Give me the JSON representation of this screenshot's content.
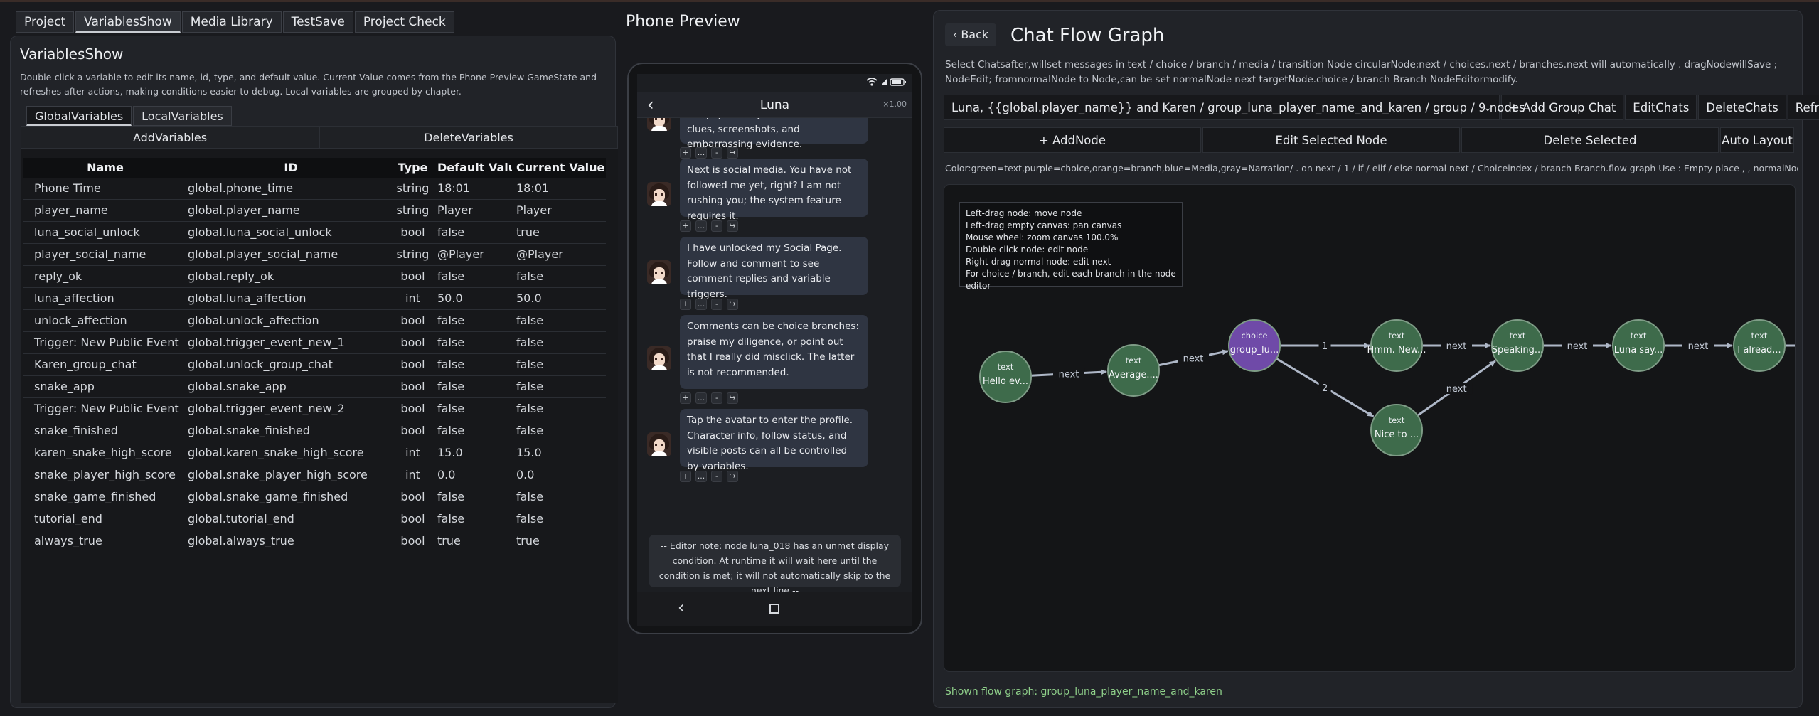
{
  "tabs": [
    "Project",
    "VariablesShow",
    "Media Library",
    "TestSave",
    "Project Check"
  ],
  "active_tab": "VariablesShow",
  "variables_panel": {
    "title": "VariablesShow",
    "description": "Double-click a variable to edit its name, id, type, and default value. Current Value comes from the Phone Preview GameState and refreshes after actions, making conditions easier to debug. Local variables are grouped by chapter.",
    "subtabs": [
      "GlobalVariables",
      "LocalVariables"
    ],
    "add_label": "AddVariables",
    "delete_label": "DeleteVariables",
    "columns": [
      "Name",
      "ID",
      "Type",
      "Default Value",
      "Current Value"
    ],
    "rows": [
      [
        "Phone Time",
        "global.phone_time",
        "string",
        "18:01",
        "18:01"
      ],
      [
        "player_name",
        "global.player_name",
        "string",
        "Player",
        "Player"
      ],
      [
        "luna_social_unlock",
        "global.luna_social_unlock",
        "bool",
        "false",
        "true"
      ],
      [
        "player_social_name",
        "global.player_social_name",
        "string",
        "@Player",
        "@Player"
      ],
      [
        "reply_ok",
        "global.reply_ok",
        "bool",
        "false",
        "false"
      ],
      [
        "luna_affection",
        "global.luna_affection",
        "int",
        "50.0",
        "50.0"
      ],
      [
        "unlock_affection",
        "global.unlock_affection",
        "bool",
        "false",
        "false"
      ],
      [
        "Trigger: New Public Event",
        "global.trigger_event_new_1",
        "bool",
        "false",
        "false"
      ],
      [
        "Karen_group_chat",
        "global.unlock_group_chat",
        "bool",
        "false",
        "false"
      ],
      [
        "snake_app",
        "global.snake_app",
        "bool",
        "false",
        "false"
      ],
      [
        "Trigger: New Public Event",
        "global.trigger_event_new_2",
        "bool",
        "false",
        "false"
      ],
      [
        "snake_finished",
        "global.snake_finished",
        "bool",
        "false",
        "false"
      ],
      [
        "karen_snake_high_score",
        "global.karen_snake_high_score",
        "int",
        "15.0",
        "15.0"
      ],
      [
        "snake_player_high_score",
        "global.snake_player_high_score",
        "int",
        "0.0",
        "0.0"
      ],
      [
        "snake_game_finished",
        "global.snake_game_finished",
        "bool",
        "false",
        "false"
      ],
      [
        "tutorial_end",
        "global.tutorial_end",
        "bool",
        "false",
        "false"
      ],
      [
        "always_true",
        "global.always_true",
        "bool",
        "true",
        "true"
      ]
    ]
  },
  "phone": {
    "title": "Phone Preview",
    "chat_name": "Luna",
    "zoom": "×1.00",
    "messages": [
      "clues, screenshots, and embarrassing evidence.",
      "Next is social media. You have not followed me yet, right? I am not rushing you; the system feature requires it.",
      "I have unlocked my Social Page. Follow and comment to see comment replies and variable triggers.",
      "Comments can be choice branches: praise my diligence, or point out that I really did misclick. The latter is not recommended.",
      "Tap the avatar to enter the profile. Character info, follow status, and visible posts can all be controlled by variables."
    ],
    "partial_line": "wallpaper. They work well for all,",
    "mini_buttons": [
      "+",
      "...",
      "-",
      "↪"
    ],
    "editor_note": "-- Editor note: node luna_018 has an unmet display condition. At runtime it will wait here until the condition is met; it will not automatically skip to the next line --"
  },
  "graph_panel": {
    "back_label": "Back",
    "title": "Chat Flow Graph",
    "description": "Select Chatsafter,willset messages in text / choice / branch / media / transition Node circularNode;next / choices.next / branches.next will automatically . dragNodewillSave ; NodeEdit; fromnormalNode to Node,can be set normalNode next targetNode.choice / branch Branch NodeEditormodify.",
    "selected_chat": "Luna, {{global.player_name}} and Karen / group_luna_player_name_and_karen / group / 9 nodes",
    "toolbar": [
      "+ Add Group Chat",
      "EditChats",
      "DeleteChats",
      "Refresh"
    ],
    "node_actions": [
      "+ AddNode",
      "Edit Selected Node",
      "Delete Selected",
      "Auto Layout"
    ],
    "color_legend": "Color:green=text,purple=choice,orange=branch,blue=Media,gray=Narration/ . on next / 1 / if / elif / else normal next / Choiceindex / branch Branch.flow graph Use : Empty place , , normalNodecan be next .",
    "help_lines": [
      "Left-drag node: move node",
      "Left-drag empty canvas: pan canvas",
      "Mouse wheel: zoom canvas 100.0%",
      "Double-click node: edit node",
      "Right-drag normal node: edit next",
      "For choice / branch, edit each branch in the node editor"
    ],
    "nodes": [
      {
        "type": "text",
        "label": "Hello ev..."
      },
      {
        "type": "text",
        "label": "Average...."
      },
      {
        "type": "choice",
        "label": "group_lu..."
      },
      {
        "type": "text",
        "label": "Hmm. New..."
      },
      {
        "type": "text",
        "label": "Nice to ..."
      },
      {
        "type": "text",
        "label": "Speaking..."
      },
      {
        "type": "text",
        "label": "Luna say..."
      },
      {
        "type": "text",
        "label": "I alread..."
      }
    ],
    "edges": [
      {
        "from": 0,
        "to": 1,
        "label": "next"
      },
      {
        "from": 1,
        "to": 2,
        "label": "next"
      },
      {
        "from": 2,
        "to": 3,
        "label": "1"
      },
      {
        "from": 2,
        "to": 4,
        "label": "2"
      },
      {
        "from": 3,
        "to": 5,
        "label": "next"
      },
      {
        "from": 4,
        "to": 5,
        "label": "next"
      },
      {
        "from": 5,
        "to": 6,
        "label": "next"
      },
      {
        "from": 6,
        "to": 7,
        "label": "next"
      },
      {
        "from": 7,
        "to": -1,
        "label": ""
      }
    ],
    "colors": {
      "text": "#3e6b4b",
      "choice": "#6f4aa8",
      "edge": "#aeb7c7"
    },
    "status": "Shown flow graph: group_luna_player_name_and_karen"
  }
}
